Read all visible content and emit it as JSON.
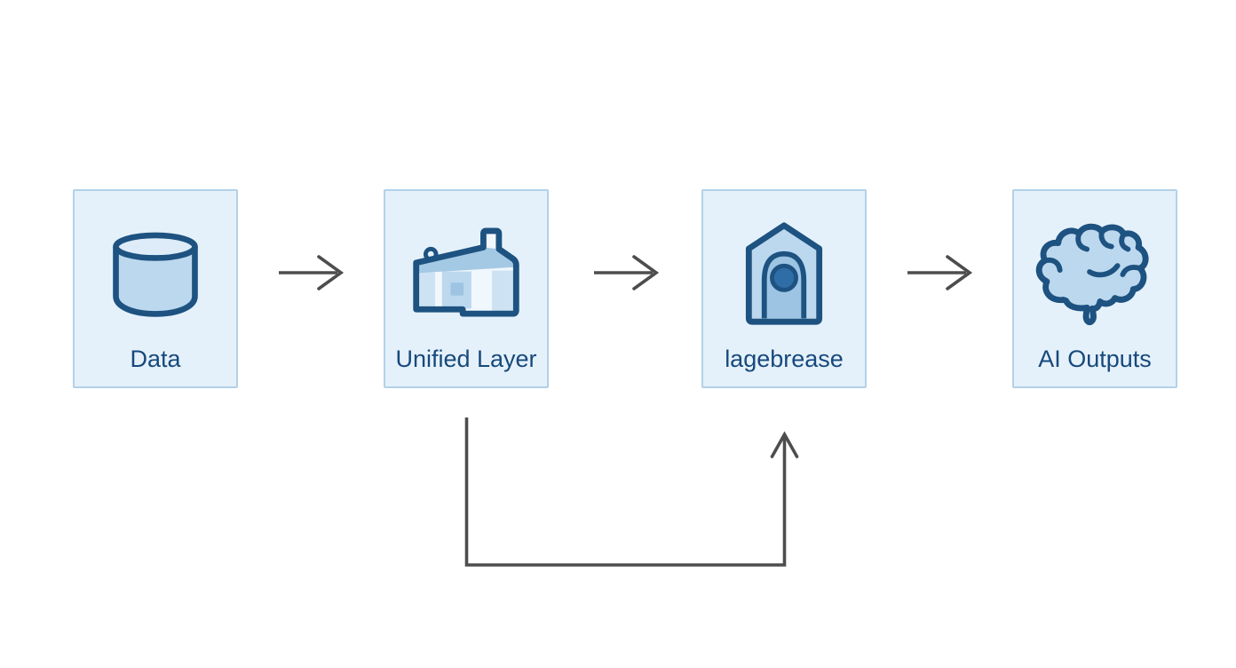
{
  "diagram": {
    "nodes": [
      {
        "id": "data",
        "label": "Data",
        "icon": "database-icon"
      },
      {
        "id": "unified-layer",
        "label": "Unified Layer",
        "icon": "warehouse-icon"
      },
      {
        "id": "lagebrease",
        "label": "lagebrease",
        "icon": "arch-house-icon"
      },
      {
        "id": "ai-outputs",
        "label": "AI Outputs",
        "icon": "brain-icon"
      }
    ],
    "connections": [
      {
        "from": "Data",
        "to": "Unified Layer",
        "type": "arrow-right"
      },
      {
        "from": "Unified Layer",
        "to": "lagebrease",
        "type": "arrow-right"
      },
      {
        "from": "lagebrease",
        "to": "AI Outputs",
        "type": "arrow-right"
      },
      {
        "from": "Unified Layer",
        "to": "lagebrease",
        "type": "feedback-loop-bottom"
      }
    ],
    "colors": {
      "box_fill": "#e5f1fa",
      "box_border": "#b2d1e9",
      "label_text": "#17497c",
      "icon_stroke": "#1d5281",
      "icon_fill_light": "#ddecf8",
      "icon_fill_mid": "#bcd8ee",
      "icon_fill_dark": "#9dc4e2",
      "icon_fill_deep": "#2e6da6",
      "icon_panel": "#cde3f3",
      "icon_body": "#f0f7fd",
      "arrow_color": "#4d4d4d",
      "page_bg": "#ffffff"
    }
  }
}
